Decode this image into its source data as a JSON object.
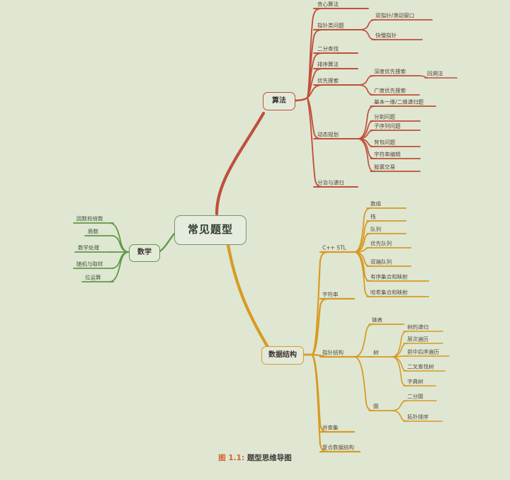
{
  "figure": {
    "caption_number": "图 1.1:",
    "caption_text": "题型思维导图",
    "background_color": "#dfe7d3"
  },
  "mindmap": {
    "root": {
      "label": "常见题型",
      "color": "#7d9070"
    },
    "branches": [
      {
        "label": "算法",
        "color": "#c0503a",
        "side": "right",
        "children": [
          {
            "label": "贪心算法",
            "children": []
          },
          {
            "label": "指针类问题",
            "children": [
              {
                "label": "双指针/滑动窗口"
              },
              {
                "label": "快慢指针"
              }
            ]
          },
          {
            "label": "二分查找",
            "children": []
          },
          {
            "label": "排序算法",
            "children": []
          },
          {
            "label": "优先搜索",
            "children": [
              {
                "label": "深度优先搜索",
                "children": [
                  {
                    "label": "回溯法"
                  }
                ]
              },
              {
                "label": "广度优先搜索"
              }
            ]
          },
          {
            "label": "动态规划",
            "children": [
              {
                "label": "基本一维/二维递归题"
              },
              {
                "label": "分割问题"
              },
              {
                "label": "子序列问题"
              },
              {
                "label": "背包问题"
              },
              {
                "label": "字符串编辑"
              },
              {
                "label": "股票交易"
              }
            ]
          },
          {
            "label": "分治与递归",
            "children": []
          }
        ]
      },
      {
        "label": "数据结构",
        "color": "#d79b23",
        "side": "right",
        "children": [
          {
            "label": "C++ STL",
            "children": [
              {
                "label": "数组"
              },
              {
                "label": "栈"
              },
              {
                "label": "队列"
              },
              {
                "label": "优先队列"
              },
              {
                "label": "双端队列"
              },
              {
                "label": "有序集合和映射"
              },
              {
                "label": "哈希集合和映射"
              }
            ]
          },
          {
            "label": "字符串",
            "children": []
          },
          {
            "label": "指针结构",
            "children": [
              {
                "label": "链表"
              },
              {
                "label": "树",
                "children": [
                  {
                    "label": "树的递归"
                  },
                  {
                    "label": "层次遍历"
                  },
                  {
                    "label": "前中后序遍历"
                  },
                  {
                    "label": "二叉查找树"
                  },
                  {
                    "label": "字典树"
                  }
                ]
              },
              {
                "label": "图",
                "children": [
                  {
                    "label": "二分图"
                  },
                  {
                    "label": "拓扑排序"
                  }
                ]
              }
            ]
          },
          {
            "label": "并查集",
            "children": []
          },
          {
            "label": "复合数据结构",
            "children": []
          }
        ]
      },
      {
        "label": "数学",
        "color": "#5f9a46",
        "side": "left",
        "children": [
          {
            "label": "因数和倍数"
          },
          {
            "label": "质数"
          },
          {
            "label": "数学处理"
          },
          {
            "label": "随机与取样"
          },
          {
            "label": "位运算"
          }
        ]
      }
    ]
  },
  "labels": {
    "algo": {
      "greedy": "贪心算法",
      "pointer": "指针类问题",
      "two_pointer": "双指针/滑动窗口",
      "fast_slow": "快慢指针",
      "binary_search": "二分查找",
      "sorting": "排序算法",
      "search": "优先搜索",
      "dfs": "深度优先搜索",
      "backtrack": "回溯法",
      "bfs": "广度优先搜索",
      "dp": "动态规划",
      "dp1": "基本一维/二维递归题",
      "dp2": "分割问题",
      "dp3": "子序列问题",
      "dp4": "背包问题",
      "dp5": "字符串编辑",
      "dp6": "股票交易",
      "divide": "分治与递归"
    },
    "ds": {
      "stl": "C++ STL",
      "stl1": "数组",
      "stl2": "栈",
      "stl3": "队列",
      "stl4": "优先队列",
      "stl5": "双端队列",
      "stl6": "有序集合和映射",
      "stl7": "哈希集合和映射",
      "string": "字符串",
      "pointer_struct": "指针结构",
      "linkedlist": "链表",
      "tree": "树",
      "tree1": "树的递归",
      "tree2": "层次遍历",
      "tree3": "前中后序遍历",
      "tree4": "二叉查找树",
      "tree5": "字典树",
      "graph": "图",
      "graph1": "二分图",
      "graph2": "拓扑排序",
      "unionfind": "并查集",
      "composite": "复合数据结构"
    },
    "math": {
      "factor": "因数和倍数",
      "prime": "质数",
      "process": "数学处理",
      "random": "随机与取样",
      "bitwise": "位运算"
    },
    "boxes": {
      "root": "常见题型",
      "algo": "算法",
      "ds": "数据结构",
      "math": "数学"
    }
  }
}
